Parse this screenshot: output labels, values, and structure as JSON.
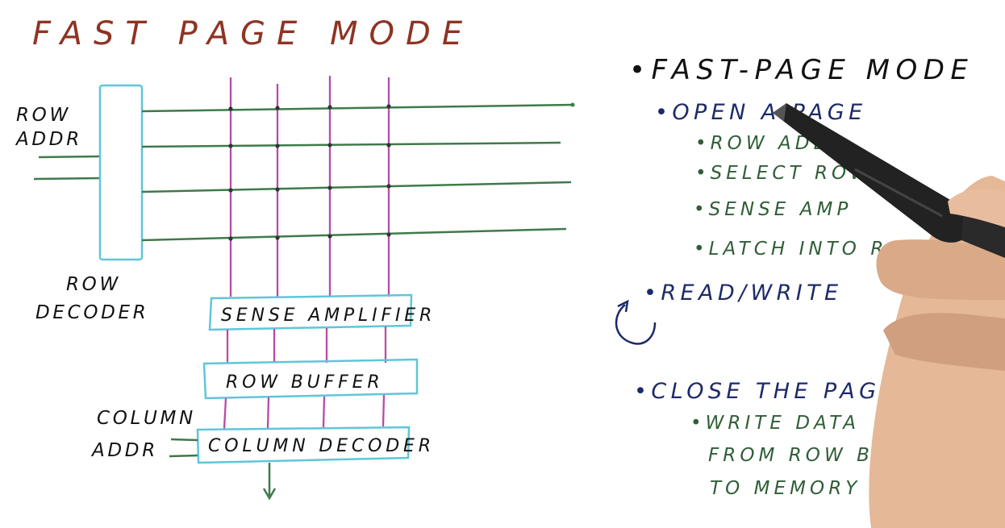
{
  "title": "FAST PAGE MODE",
  "diagram": {
    "row_addr": [
      "ROW",
      "ADDR"
    ],
    "row_decoder": [
      "ROW",
      "DECODER"
    ],
    "sense_amplifier": "SENSE AMPLIFIER",
    "row_buffer": "ROW BUFFER",
    "column_addr": [
      "COLUMN",
      "ADDR"
    ],
    "column_decoder": "COLUMN DECODER"
  },
  "notes": {
    "heading": "•FAST-PAGE MODE",
    "open_page": "•OPEN A PAGE",
    "open_steps": [
      "•ROW ADDR",
      "•SELECT ROW",
      "•SENSE AMP",
      "•LATCH INTO ROW BUF"
    ],
    "read_write": "•READ/WRITE",
    "close_page": "•CLOSE THE PAGE",
    "close_steps": [
      "•WRITE DATA",
      "FROM ROW BUF",
      "TO MEMORY ROW"
    ]
  },
  "colors": {
    "title_red": "#8f3323",
    "row_line_green": "#3f7a4a",
    "column_line_magenta": "#b84aa8",
    "box_cyan": "#5fc6d8",
    "notes_navy": "#1d2a68",
    "notes_green": "#2f5e37"
  }
}
